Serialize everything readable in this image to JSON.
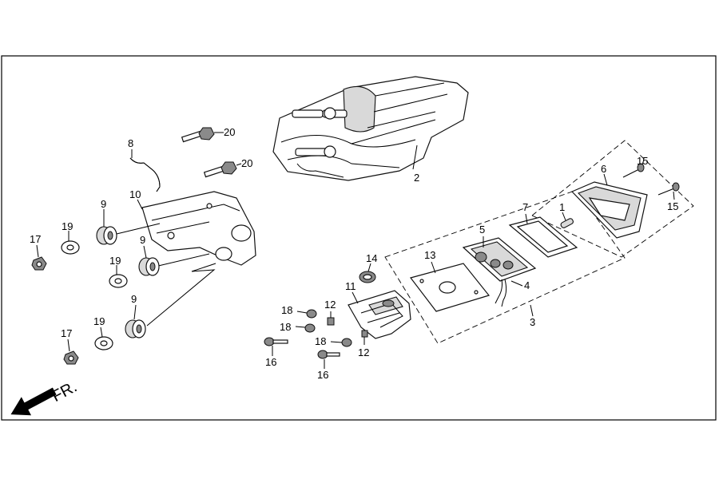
{
  "diagram": {
    "direction_label": "FR.",
    "part_labels": {
      "p1": "1",
      "p2": "2",
      "p3": "3",
      "p4": "4",
      "p5": "5",
      "p6": "6",
      "p7": "7",
      "p8": "8",
      "p9": "9",
      "p10": "10",
      "p11": "11",
      "p12": "12",
      "p13": "13",
      "p14": "14",
      "p15": "15",
      "p16": "16",
      "p17": "17",
      "p18": "18",
      "p19": "19",
      "p20": "20"
    }
  }
}
